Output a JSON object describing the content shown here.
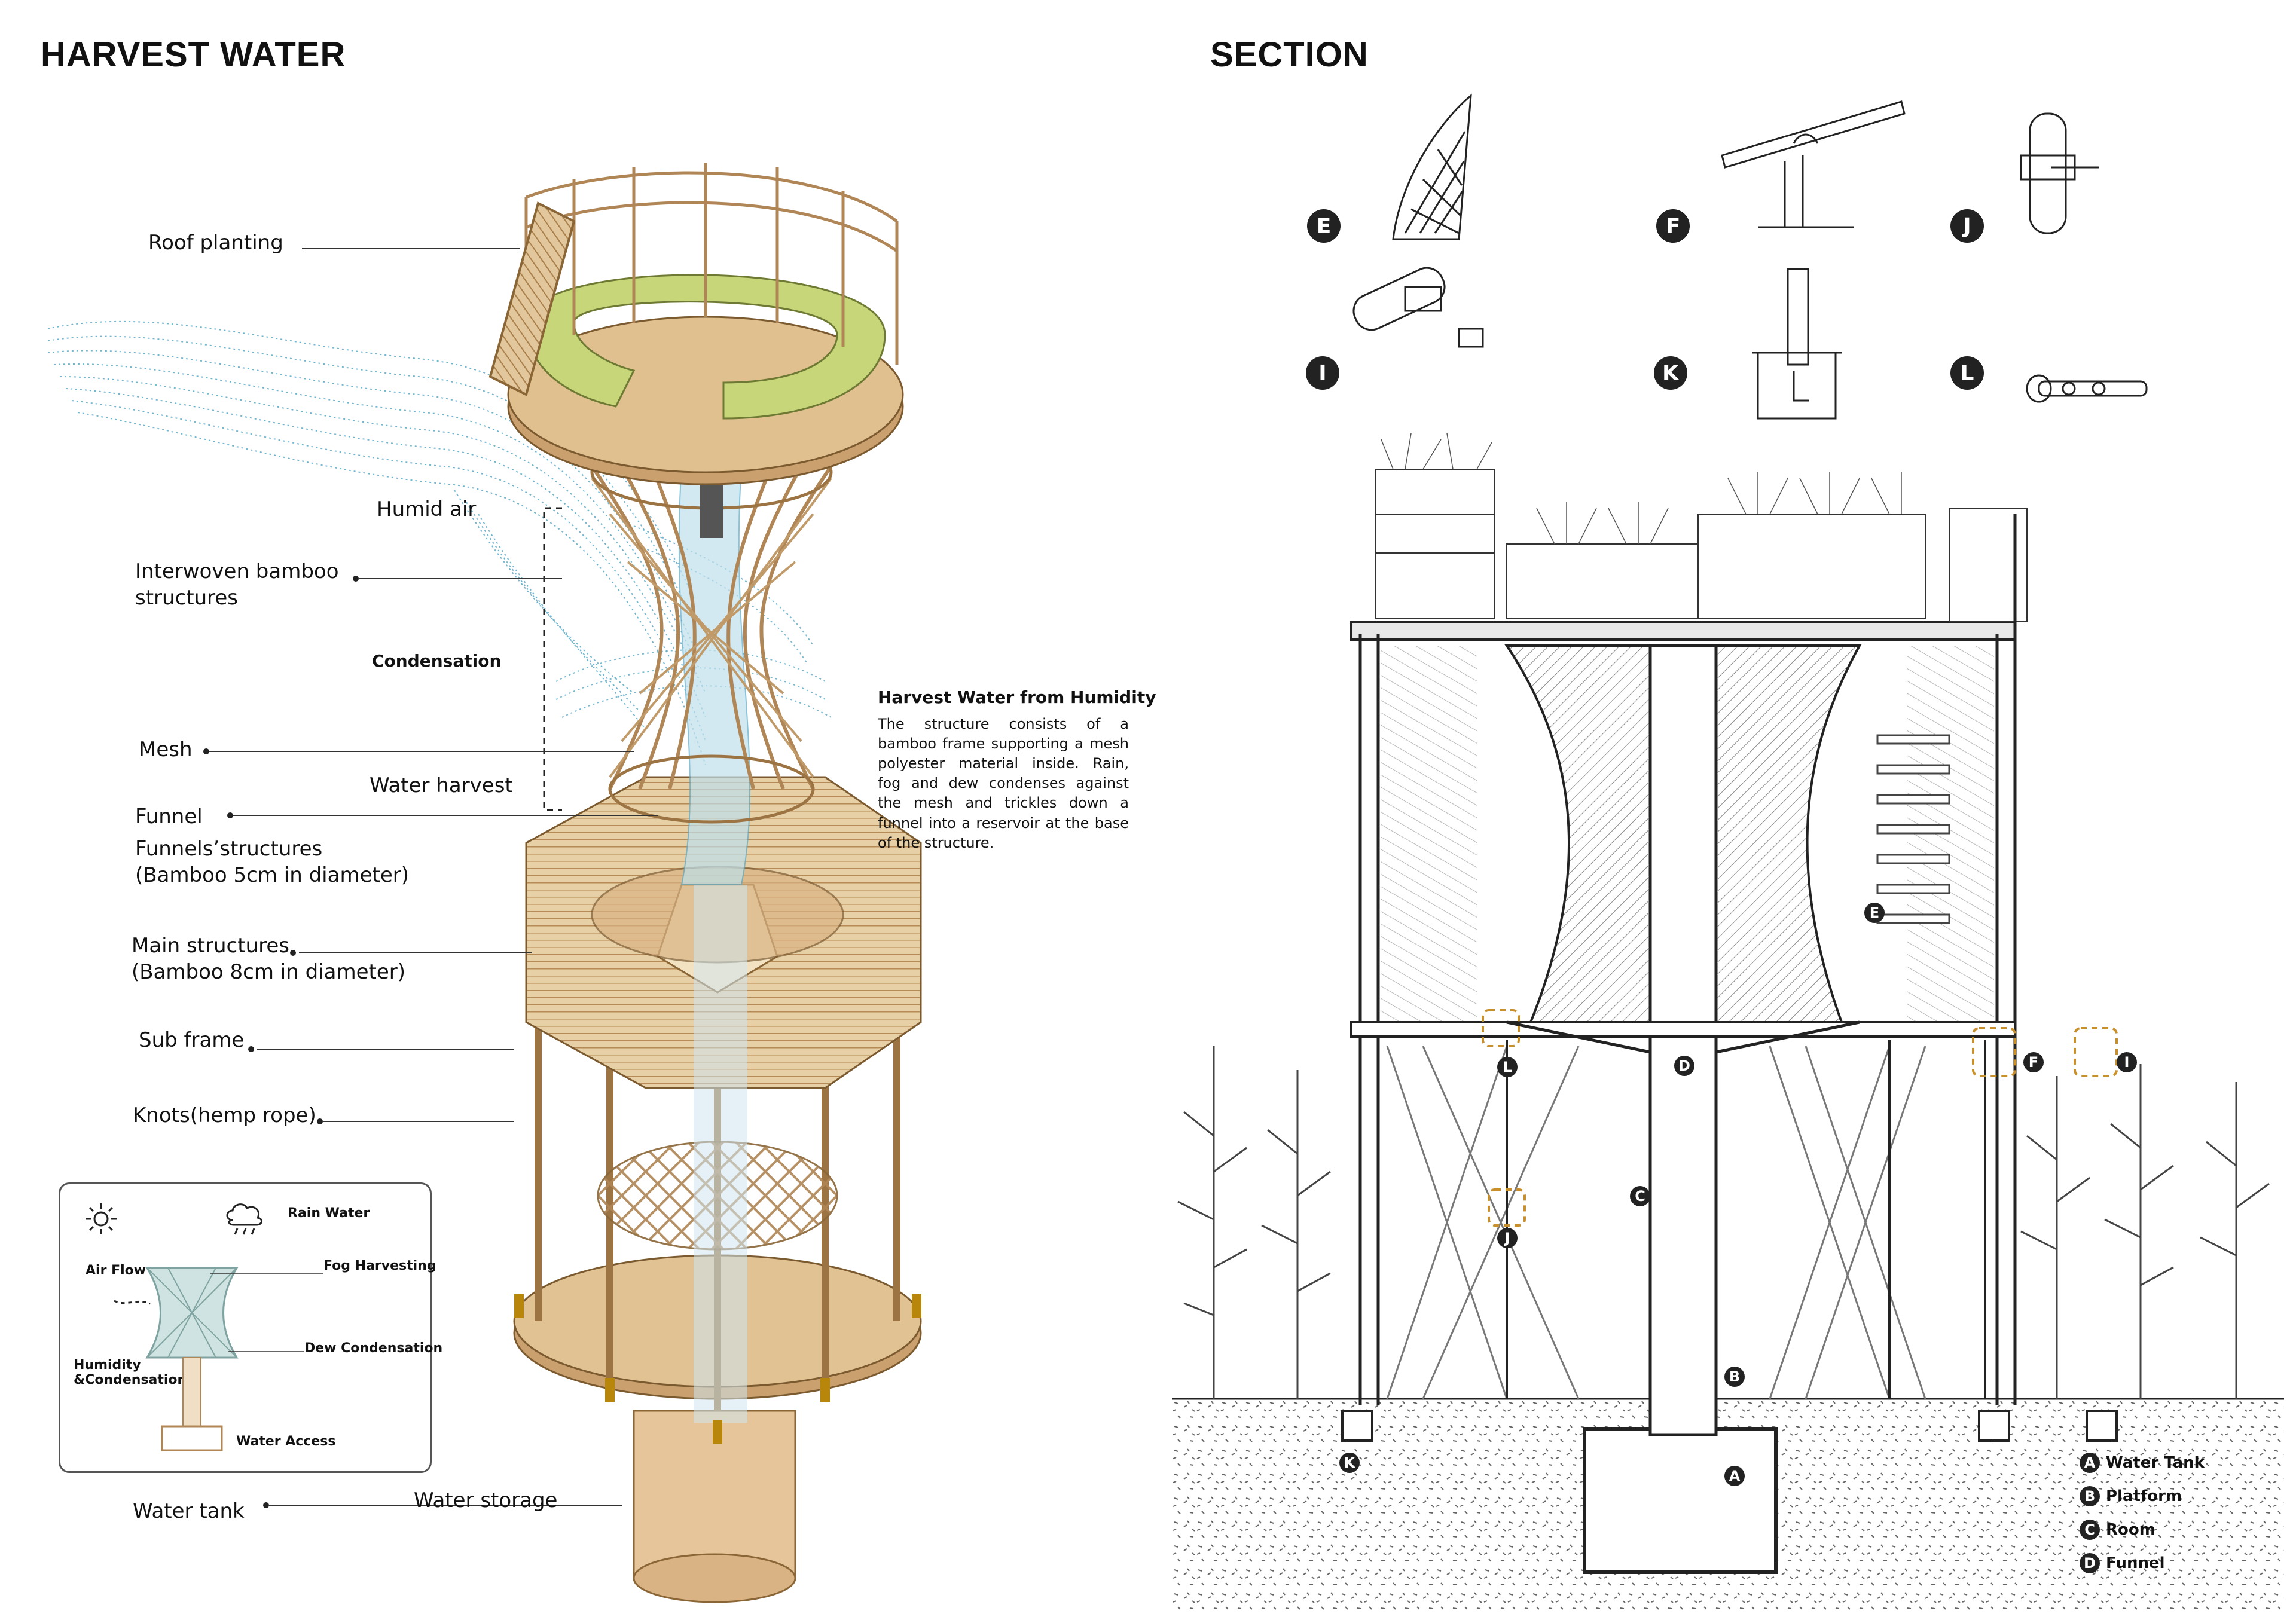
{
  "left": {
    "title": "HARVEST WATER",
    "labels": {
      "roof": "Roof planting",
      "humid": "Humid air",
      "bamboo_a": "Interwoven bamboo",
      "bamboo_b": "structures",
      "condensation": "Condensation",
      "mesh": "Mesh",
      "water_harvest": "Water harvest",
      "funnel": "Funnel",
      "funnels_a": "Funnels’structures",
      "funnels_b": "(Bamboo 5cm in diameter)",
      "main_a": "Main structures",
      "main_b": "(Bamboo 8cm in diameter)",
      "subframe": "Sub frame",
      "knots": "Knots(hemp rope)",
      "tank": "Water tank",
      "storage": "Water storage"
    },
    "description": {
      "title": "Harvest Water from Humidity",
      "body": "The structure consists of a bamboo frame supporting a mesh polyester material inside. Rain, fog and dew condenses against the mesh and trickles down a funnel into a reservoir at the base of the structure."
    },
    "inset": {
      "rain": "Rain Water",
      "airflow": "Air Flow",
      "fog": "Fog Harvesting",
      "dew": "Dew Condensation",
      "humidity_a": "Humidity",
      "humidity_b": "&Condensation",
      "access": "Water Access",
      "sun_icon": "sun-icon",
      "cloud_icon": "rain-cloud-icon"
    }
  },
  "right": {
    "title": "SECTION",
    "details": [
      "E",
      "F",
      "J",
      "I",
      "K",
      "L"
    ],
    "callouts": [
      "A",
      "B",
      "C",
      "D",
      "E",
      "F",
      "I",
      "J",
      "K",
      "L"
    ],
    "legend": [
      {
        "key": "A",
        "label": "Water Tank"
      },
      {
        "key": "B",
        "label": "Platform"
      },
      {
        "key": "C",
        "label": "Room"
      },
      {
        "key": "D",
        "label": "Funnel"
      }
    ]
  },
  "colors": {
    "bamboo": "#d9b98a",
    "bamboo_dark": "#a97f4a",
    "roof_green": "#c8d67a",
    "airflow_blue": "#5aa9c7",
    "line": "#222222",
    "soil": "#e6e6e6",
    "highlight": "#c8902c"
  }
}
